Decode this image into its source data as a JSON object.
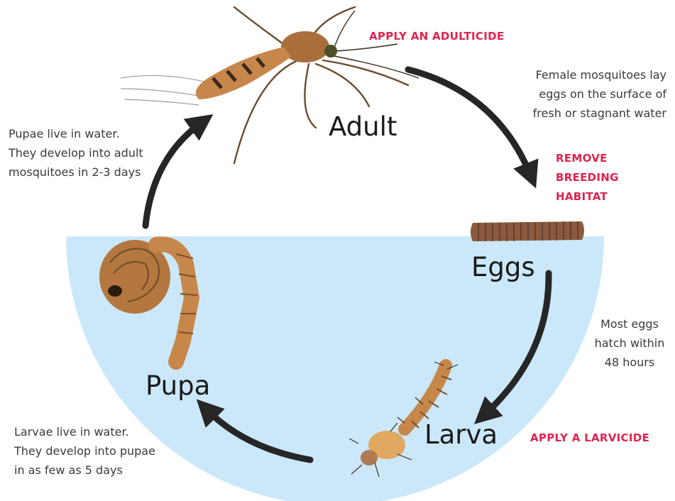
{
  "stages": {
    "adult": "Adult",
    "eggs": "Eggs",
    "larva": "Larva",
    "pupa": "Pupa"
  },
  "notes": {
    "adult_to_eggs": [
      "Female mosquitoes lay",
      "eggs on the surface of",
      "fresh or stagnant water"
    ],
    "eggs_to_larva": [
      "Most eggs",
      "hatch within",
      "48 hours"
    ],
    "larva_to_pupa": [
      "Larvae live in water.",
      "They develop into pupae",
      "in as few as 5 days"
    ],
    "pupa_to_adult": [
      "Pupae live in water.",
      "They develop into adult",
      "mosquitoes in 2-3 days"
    ]
  },
  "actions": {
    "adult": "APPLY AN ADULTICIDE",
    "breeding": [
      "REMOVE",
      "BREEDING",
      "HABITAT"
    ],
    "larva": "APPLY A LARVICIDE"
  },
  "colors": {
    "water": "#cbe8fa",
    "arrow": "#262626",
    "action_text": "#e0244e",
    "insect_body": "#c8874a",
    "insect_dark": "#3b2a1c"
  }
}
